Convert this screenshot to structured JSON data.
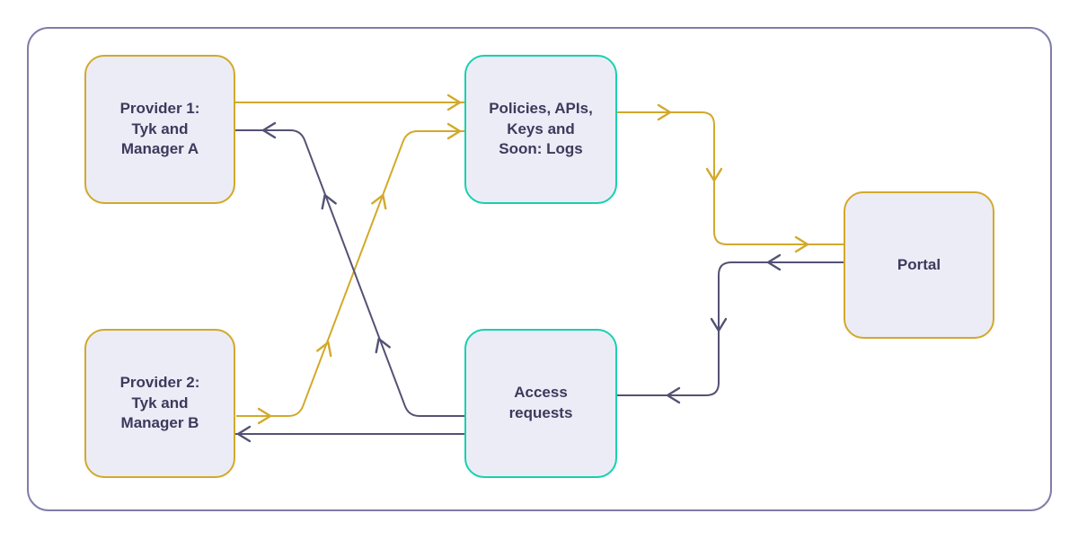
{
  "diagram": {
    "type": "flowchart",
    "nodes": [
      {
        "id": "provider-1",
        "lines": [
          "Provider 1:",
          "Tyk and",
          "Manager A"
        ],
        "accent": "gold"
      },
      {
        "id": "policies",
        "lines": [
          "Policies, APIs,",
          "Keys and",
          "Soon: Logs"
        ],
        "accent": "teal"
      },
      {
        "id": "provider-2",
        "lines": [
          "Provider 2:",
          "Tyk and",
          "Manager B"
        ],
        "accent": "gold"
      },
      {
        "id": "access-requests",
        "lines": [
          "Access",
          "requests"
        ],
        "accent": "teal"
      },
      {
        "id": "portal",
        "lines": [
          "Portal"
        ],
        "accent": "gold"
      }
    ],
    "edges": [
      {
        "from": "provider-1",
        "to": "policies",
        "color": "gold"
      },
      {
        "from": "provider-2",
        "to": "policies",
        "color": "gold"
      },
      {
        "from": "policies",
        "to": "portal",
        "color": "gold"
      },
      {
        "from": "access-requests",
        "to": "provider-1",
        "color": "slate"
      },
      {
        "from": "access-requests",
        "to": "provider-2",
        "color": "slate"
      },
      {
        "from": "portal",
        "to": "access-requests",
        "color": "slate"
      }
    ],
    "colors": {
      "gold": "#D2A92A",
      "teal": "#17D1AF",
      "slate": "#545174",
      "frame": "#807EA8",
      "node_fill": "#ECECF7",
      "text": "#3C3A5C",
      "background": "#FFFFFF"
    }
  }
}
